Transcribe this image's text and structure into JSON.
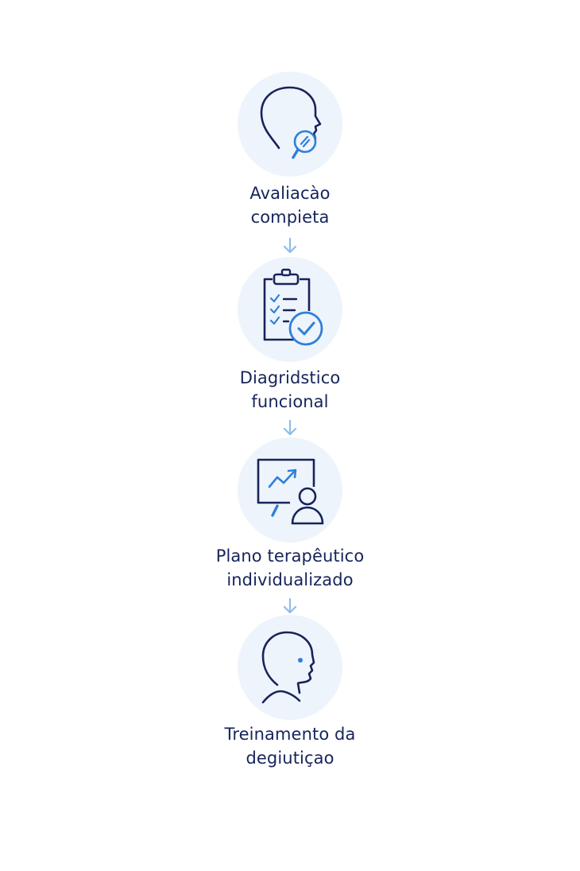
{
  "steps": [
    {
      "line1": "Avaliacào",
      "line2": "compieta",
      "icon": "head-magnifier-icon"
    },
    {
      "line1": "Diagridstico",
      "line2": "funcional",
      "icon": "clipboard-check-icon"
    },
    {
      "line1": "Plano terapêutico",
      "line2": "individualizado",
      "icon": "presentation-chart-icon"
    },
    {
      "line1": "Treinamento da",
      "line2": "degiutiçao",
      "icon": "head-profile-icon"
    }
  ],
  "colors": {
    "navy": "#16245c",
    "accent": "#2f80d8",
    "circle": "#eef4fb",
    "arrow": "#8ebde9"
  }
}
